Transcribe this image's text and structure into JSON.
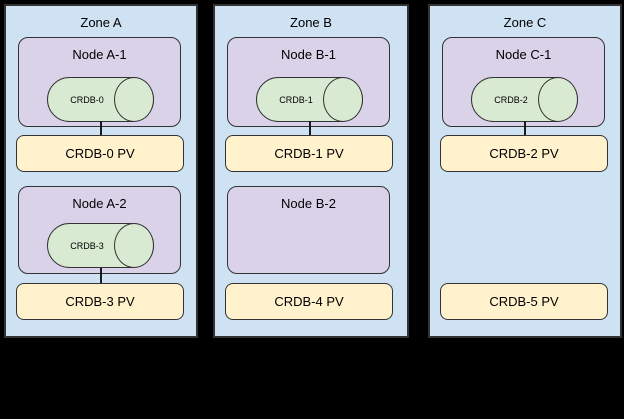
{
  "colors": {
    "background": "#000000",
    "zone_fill": "#cfe2f3",
    "node_fill": "#d9d2e9",
    "db_fill": "#d9ead3",
    "pv_fill": "#fff2cc",
    "border": "#333333",
    "text": "#000000"
  },
  "zones": [
    {
      "label": "Zone A",
      "node1": {
        "label": "Node A-1",
        "db": "CRDB-0"
      },
      "pv1": "CRDB-0 PV",
      "node2": {
        "label": "Node A-2",
        "db": "CRDB-3"
      },
      "pv2": "CRDB-3 PV"
    },
    {
      "label": "Zone B",
      "node1": {
        "label": "Node B-1",
        "db": "CRDB-1"
      },
      "pv1": "CRDB-1 PV",
      "node2": {
        "label": "Node B-2"
      },
      "pv2": "CRDB-4 PV"
    },
    {
      "label": "Zone C",
      "node1": {
        "label": "Node C-1",
        "db": "CRDB-2"
      },
      "pv1": "CRDB-2 PV",
      "pv2": "CRDB-5 PV"
    }
  ]
}
